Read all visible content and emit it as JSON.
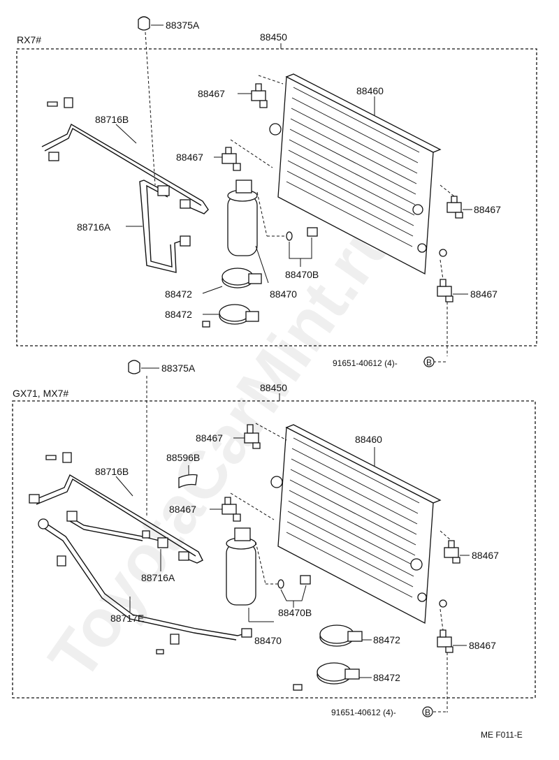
{
  "watermark": "ToyotaCarMint.ru",
  "doc_code": "ME F011-E",
  "sections": [
    {
      "model": "RX7#",
      "labels": {
        "cap": "88375A",
        "assembly": "88450",
        "condenser": "88460",
        "bracket_a": "88467",
        "bracket_b": "88467",
        "bracket_c": "88467",
        "bracket_d": "88467",
        "pipe_b": "88716B",
        "pipe_a": "88716A",
        "oring_set": "88470B",
        "receiver": "88470",
        "clamp_a": "88472",
        "clamp_b": "88472",
        "bolt": "91651-40612 (4)-",
        "bolt_ref": "B"
      }
    },
    {
      "model": "GX71, MX7#",
      "labels": {
        "cap": "88375A",
        "assembly": "88450",
        "condenser": "88460",
        "bracket_a": "88467",
        "seal": "88596B",
        "bracket_b": "88467",
        "pipe_b": "88716B",
        "pipe_a": "88716A",
        "bracket_c": "88467",
        "oring_set": "88470B",
        "pipe_e": "88717E",
        "receiver": "88470",
        "clamp_a": "88472",
        "bracket_d": "88467",
        "clamp_b": "88472",
        "bolt": "91651-40612 (4)-",
        "bolt_ref": "B"
      }
    }
  ]
}
